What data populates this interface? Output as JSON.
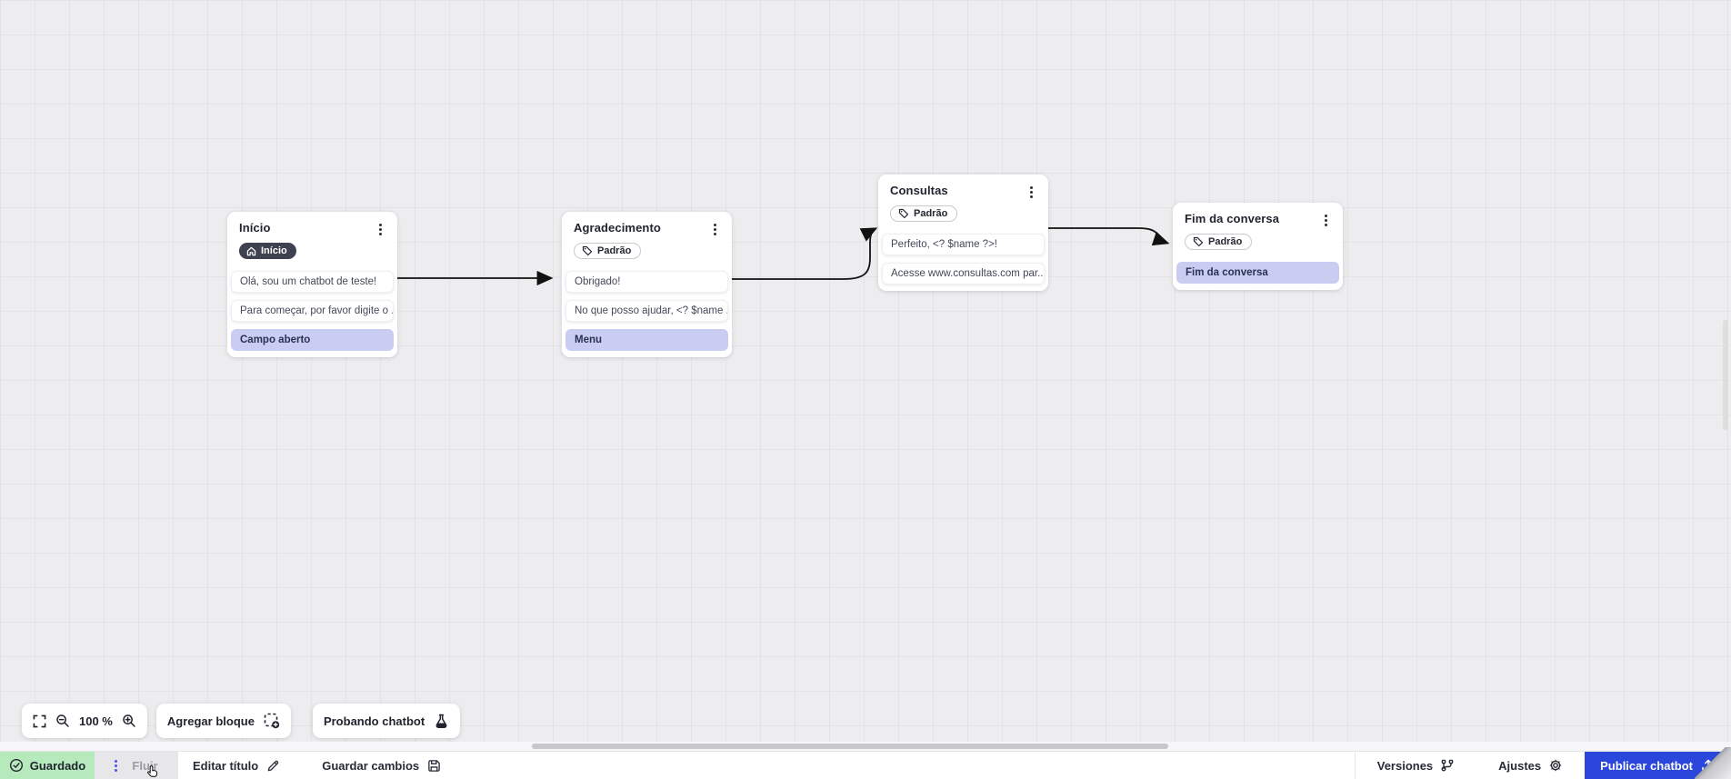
{
  "canvas": {
    "nodes": [
      {
        "title": "Início",
        "badge": "Início",
        "messages": [
          "Olá, sou um chatbot de teste!",
          "Para começar, por favor digite o ...",
          "Campo aberto"
        ]
      },
      {
        "title": "Agradecimento",
        "badge": "Padrão",
        "messages": [
          "Obrigado!",
          "No que posso ajudar, <? $name ...",
          "Menu"
        ]
      },
      {
        "title": "Consultas",
        "badge": "Padrão",
        "messages": [
          "Perfeito, <? $name ?>!",
          "Acesse www.consultas.com par..."
        ]
      },
      {
        "title": "Fim da conversa",
        "badge": "Padrão",
        "messages": [
          "Fim da conversa"
        ]
      }
    ]
  },
  "toolbar": {
    "zoom_level": "100 %",
    "add_block": "Agregar bloque",
    "test_chatbot": "Probando chatbot"
  },
  "statusbar": {
    "saved": "Guardado",
    "flow": "Fluir",
    "edit_title": "Editar título",
    "save_changes": "Guardar cambios",
    "versions": "Versiones",
    "settings": "Ajustes",
    "publish": "Publicar chatbot"
  },
  "colors": {
    "accent_blue": "#2b46db",
    "highlight_row": "#c9cdf2",
    "saved_green": "#b6eabd",
    "badge_dark": "#3d4150",
    "arrow": "#111111",
    "canvas_bg": "#ededef"
  }
}
